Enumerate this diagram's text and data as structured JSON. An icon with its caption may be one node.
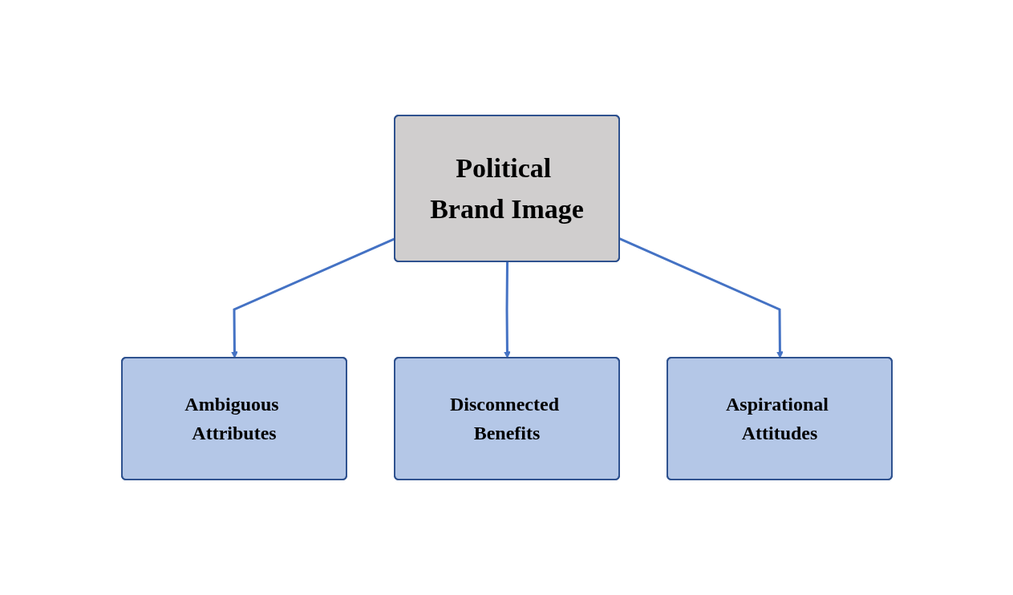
{
  "diagram": {
    "nodes": [
      {
        "text": [
          "Political Brand Image"
        ]
      },
      {
        "text": [
          "Ambiguous Attributes"
        ]
      },
      {
        "text": [
          "Disconnected Benefits"
        ]
      },
      {
        "text": [
          "Aspirational Attitudes"
        ]
      }
    ],
    "edges": [
      {
        "from": 0,
        "to": 1,
        "arrow": "to"
      },
      {
        "from": 0,
        "to": 2,
        "arrow": "to"
      },
      {
        "from": 0,
        "to": 3,
        "arrow": "to"
      }
    ]
  }
}
